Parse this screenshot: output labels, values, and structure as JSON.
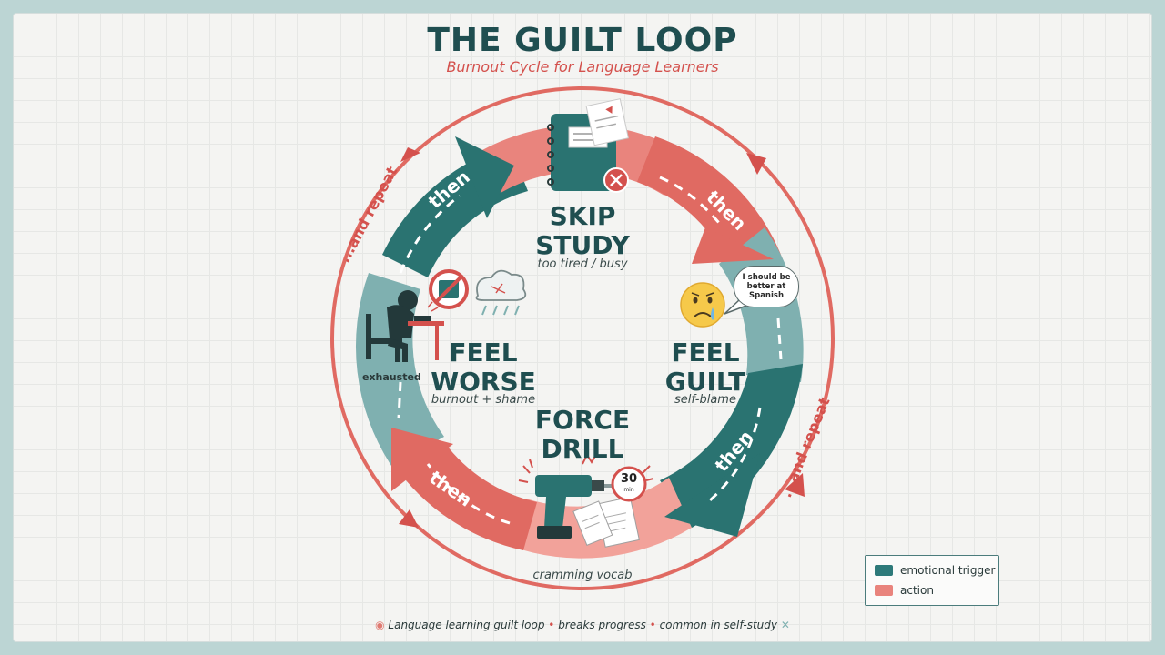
{
  "title": "THE GUILT LOOP",
  "subtitle": "Burnout Cycle for Language Learners",
  "steps": [
    {
      "label": "SKIP\nSTUDY",
      "note": "too tired / busy"
    },
    {
      "label": "FEEL\nGUILT",
      "note": "self-blame"
    },
    {
      "label": "FORCE\nDRILL",
      "note": "cramming vocab"
    },
    {
      "label": "FEEL\nWORSE",
      "note": "burnout + shame"
    }
  ],
  "connector_label": "then",
  "repeat_label": "...and repeat",
  "speech_bubble": "I should be better at Spanish",
  "exhausted_label": "exhausted",
  "timer": {
    "value": "30",
    "unit": "min"
  },
  "legend": [
    {
      "label": "emotional trigger",
      "color": "#2e7a7a"
    },
    {
      "label": "action",
      "color": "#e9847d"
    }
  ],
  "footer": {
    "part1": "Language learning guilt loop",
    "part2": "breaks progress",
    "part3": "common in self-study"
  },
  "colors": {
    "teal": "#2e7a7a",
    "salmon": "#e9847d",
    "red": "#d4514d",
    "title": "#1f4e50"
  }
}
